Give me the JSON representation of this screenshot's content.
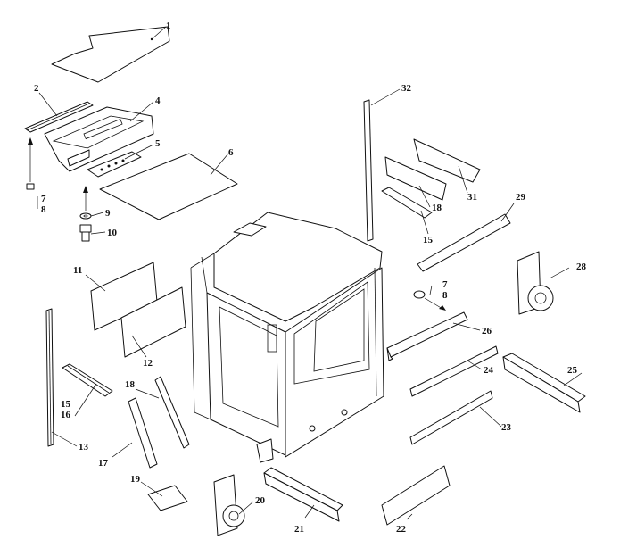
{
  "callouts": [
    {
      "id": "1",
      "text": "1"
    },
    {
      "id": "2",
      "text": "2"
    },
    {
      "id": "4",
      "text": "4"
    },
    {
      "id": "5",
      "text": "5"
    },
    {
      "id": "6",
      "text": "6"
    },
    {
      "id": "7a",
      "text": "7"
    },
    {
      "id": "8a",
      "text": "8"
    },
    {
      "id": "9",
      "text": "9"
    },
    {
      "id": "10",
      "text": "10"
    },
    {
      "id": "11",
      "text": "11"
    },
    {
      "id": "12",
      "text": "12"
    },
    {
      "id": "13",
      "text": "13"
    },
    {
      "id": "15a",
      "text": "15"
    },
    {
      "id": "16",
      "text": "16"
    },
    {
      "id": "17",
      "text": "17"
    },
    {
      "id": "18a",
      "text": "18"
    },
    {
      "id": "19",
      "text": "19"
    },
    {
      "id": "20",
      "text": "20"
    },
    {
      "id": "21",
      "text": "21"
    },
    {
      "id": "22",
      "text": "22"
    },
    {
      "id": "23",
      "text": "23"
    },
    {
      "id": "24",
      "text": "24"
    },
    {
      "id": "25",
      "text": "25"
    },
    {
      "id": "26",
      "text": "26"
    },
    {
      "id": "7b",
      "text": "7"
    },
    {
      "id": "8b",
      "text": "8"
    },
    {
      "id": "28",
      "text": "28"
    },
    {
      "id": "29",
      "text": "29"
    },
    {
      "id": "15b",
      "text": "15"
    },
    {
      "id": "18b",
      "text": "18"
    },
    {
      "id": "31",
      "text": "31"
    },
    {
      "id": "32",
      "text": "32"
    }
  ]
}
